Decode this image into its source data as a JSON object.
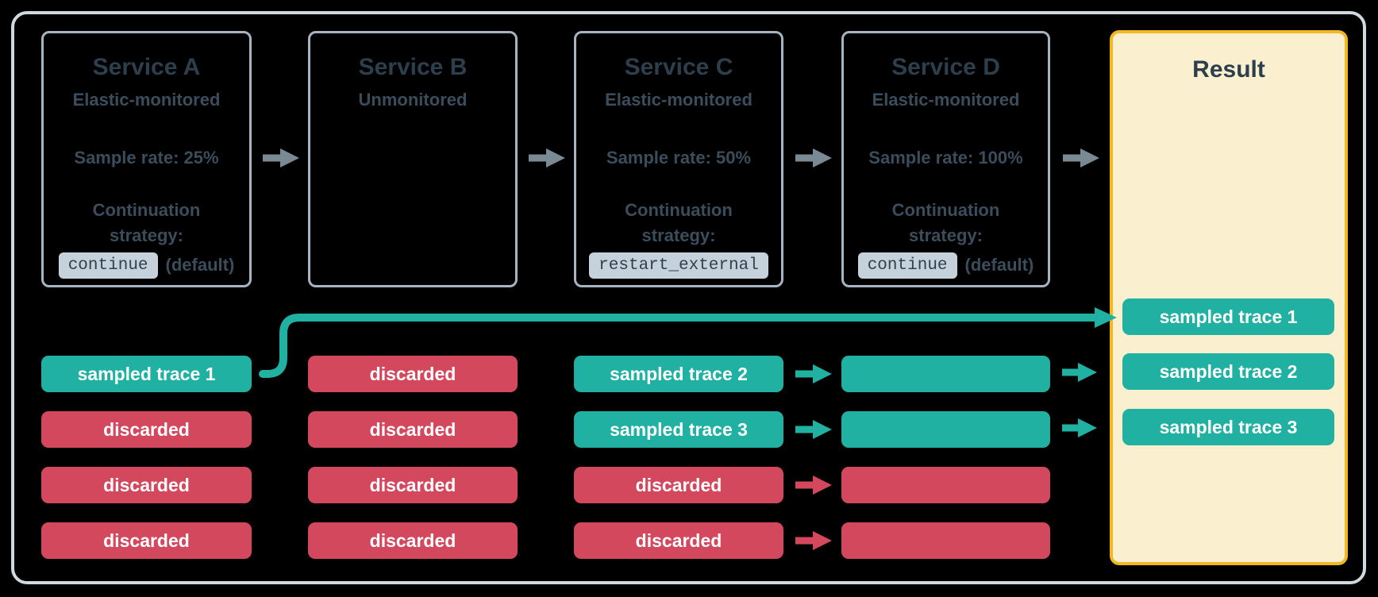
{
  "colors": {
    "bg": "#000000",
    "frame": "#cfd9e0",
    "boxborder": "#a6b4c1",
    "titletext": "#2d3e4d",
    "bodytext": "#3b4d5c",
    "chipbg": "#c6d2db",
    "chiptext": "#2f404f",
    "grayarrow": "#7a8a95",
    "teal": "#21b1a2",
    "red": "#d4485e",
    "cream": "#faf0cf",
    "gold": "#f2b824",
    "pilltext": "#ffffff"
  },
  "services": [
    {
      "title": "Service A",
      "subtitle": "Elastic-monitored",
      "sample_rate": "Sample rate: 25%",
      "continuation_label": "Continuation strategy:",
      "chip": "continue",
      "chip_suffix": "(default)"
    },
    {
      "title": "Service B",
      "subtitle": "Unmonitored"
    },
    {
      "title": "Service C",
      "subtitle": "Elastic-monitored",
      "sample_rate": "Sample rate: 50%",
      "continuation_label": "Continuation strategy:",
      "chip": "restart_external"
    },
    {
      "title": "Service D",
      "subtitle": "Elastic-monitored",
      "sample_rate": "Sample rate: 100%",
      "continuation_label": "Continuation strategy:",
      "chip": "continue",
      "chip_suffix": "(default)"
    }
  ],
  "columns": [
    {
      "service": "Service A",
      "pills": [
        {
          "label": "sampled trace 1",
          "status": "sampled"
        },
        {
          "label": "discarded",
          "status": "discarded"
        },
        {
          "label": "discarded",
          "status": "discarded"
        },
        {
          "label": "discarded",
          "status": "discarded"
        }
      ]
    },
    {
      "service": "Service B",
      "pills": [
        {
          "label": "discarded",
          "status": "discarded"
        },
        {
          "label": "discarded",
          "status": "discarded"
        },
        {
          "label": "discarded",
          "status": "discarded"
        },
        {
          "label": "discarded",
          "status": "discarded"
        }
      ]
    },
    {
      "service": "Service C",
      "pills": [
        {
          "label": "sampled trace 2",
          "status": "sampled"
        },
        {
          "label": "sampled trace 3",
          "status": "sampled"
        },
        {
          "label": "discarded",
          "status": "discarded"
        },
        {
          "label": "discarded",
          "status": "discarded"
        }
      ]
    },
    {
      "service": "Service D",
      "pills": [
        {
          "label": "",
          "status": "sampled"
        },
        {
          "label": "",
          "status": "sampled"
        },
        {
          "label": "",
          "status": "discarded"
        },
        {
          "label": "",
          "status": "discarded"
        }
      ]
    }
  ],
  "result": {
    "title": "Result",
    "pills": [
      {
        "label": "sampled trace 1",
        "status": "sampled"
      },
      {
        "label": "sampled trace 2",
        "status": "sampled"
      },
      {
        "label": "sampled trace 3",
        "status": "sampled"
      }
    ]
  }
}
